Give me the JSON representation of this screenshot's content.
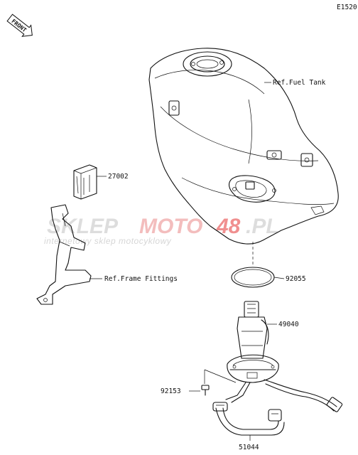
{
  "diagram_code": "E1520",
  "front_label": "FRONT",
  "callouts": {
    "fuel_tank": "Ref.Fuel Tank",
    "connector": "27002",
    "frame_fittings": "Ref.Frame Fittings",
    "gasket": "92055",
    "fuel_pump": "49040",
    "bolt": "92153",
    "hose": "51044"
  },
  "watermark": {
    "brand_a": "SKLEP",
    "brand_b": "MOTO",
    "brand_c": "48",
    "brand_d": ".PL",
    "tagline": "internetowy sklep motocyklowy",
    "color_gray": "#d9d9d9",
    "color_red": "#f2b8b8"
  }
}
